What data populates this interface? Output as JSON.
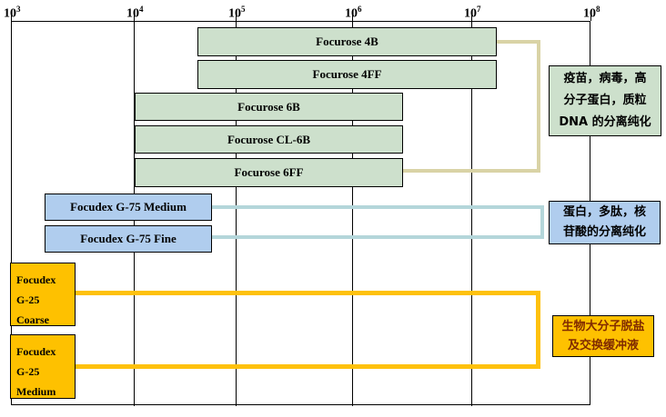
{
  "chart_data": {
    "type": "bar",
    "subtype": "horizontal-log-range",
    "title": "",
    "xlabel": "",
    "ylabel": "",
    "x_scale": "log10",
    "x_range": [
      1000,
      100000000
    ],
    "grid": true,
    "x_ticks": [
      "10^3",
      "10^4",
      "10^5",
      "10^6",
      "10^7",
      "10^8"
    ],
    "x_tick_parts": [
      {
        "base": "10",
        "exp": "3"
      },
      {
        "base": "10",
        "exp": "4"
      },
      {
        "base": "10",
        "exp": "5"
      },
      {
        "base": "10",
        "exp": "6"
      },
      {
        "base": "10",
        "exp": "7"
      },
      {
        "base": "10",
        "exp": "8"
      }
    ],
    "bars": [
      {
        "label": "Focurose 4B",
        "group": "agarose",
        "color": "#cde0cc",
        "range": [
          40000,
          15000000
        ]
      },
      {
        "label": "Focurose 4FF",
        "group": "agarose",
        "color": "#cde0cc",
        "range": [
          40000,
          15000000
        ]
      },
      {
        "label": "Focurose 6B",
        "group": "agarose",
        "color": "#cde0cc",
        "range": [
          10000,
          2500000
        ]
      },
      {
        "label": "Focurose CL-6B",
        "group": "agarose",
        "color": "#cde0cc",
        "range": [
          10000,
          2500000
        ]
      },
      {
        "label": "Focurose 6FF",
        "group": "agarose",
        "color": "#cde0cc",
        "range": [
          10000,
          2500000
        ]
      },
      {
        "label": "Focudex G-75 Medium",
        "group": "dextran-g75",
        "color": "#b0cdee",
        "range": [
          2000,
          60000
        ]
      },
      {
        "label": "Focudex G-75 Fine",
        "group": "dextran-g75",
        "color": "#b0cdee",
        "range": [
          2000,
          60000
        ]
      },
      {
        "label": "Focudex G-25 Coarse",
        "group": "dextran-g25",
        "color": "#fec100",
        "range": [
          1000,
          3500
        ],
        "lines": [
          "Focudex",
          "G-25",
          "Coarse"
        ]
      },
      {
        "label": "Focudex G-25 Medium",
        "group": "dextran-g25",
        "color": "#fec100",
        "range": [
          1000,
          3500
        ],
        "lines": [
          "Focudex",
          "G-25",
          "Medium"
        ]
      }
    ],
    "annotations": [
      {
        "target_group": "agarose",
        "box_color": "#cde0cc",
        "text_color": "#000000",
        "connector_color": "#d9d3a6",
        "text": "疫苗，病毒，高分子蛋白，质粒DNA的分离纯化",
        "lines": [
          "疫苗，病毒，高",
          "分子蛋白，质粒",
          "DNA 的分离纯化"
        ]
      },
      {
        "target_group": "dextran-g75",
        "box_color": "#b0cdee",
        "text_color": "#000000",
        "connector_color": "#b4d6da",
        "text": "蛋白，多肽，核苷酸的分离纯化",
        "lines": [
          "蛋白，多肽，核",
          "苷酸的分离纯化"
        ]
      },
      {
        "target_group": "dextran-g25",
        "box_color": "#fec100",
        "text_color": "#802b00",
        "connector_color": "#fec10d",
        "text": "生物大分子脱盐及交换缓冲液",
        "lines": [
          "生物大分子脱盐",
          "及交换缓冲液"
        ]
      }
    ]
  }
}
